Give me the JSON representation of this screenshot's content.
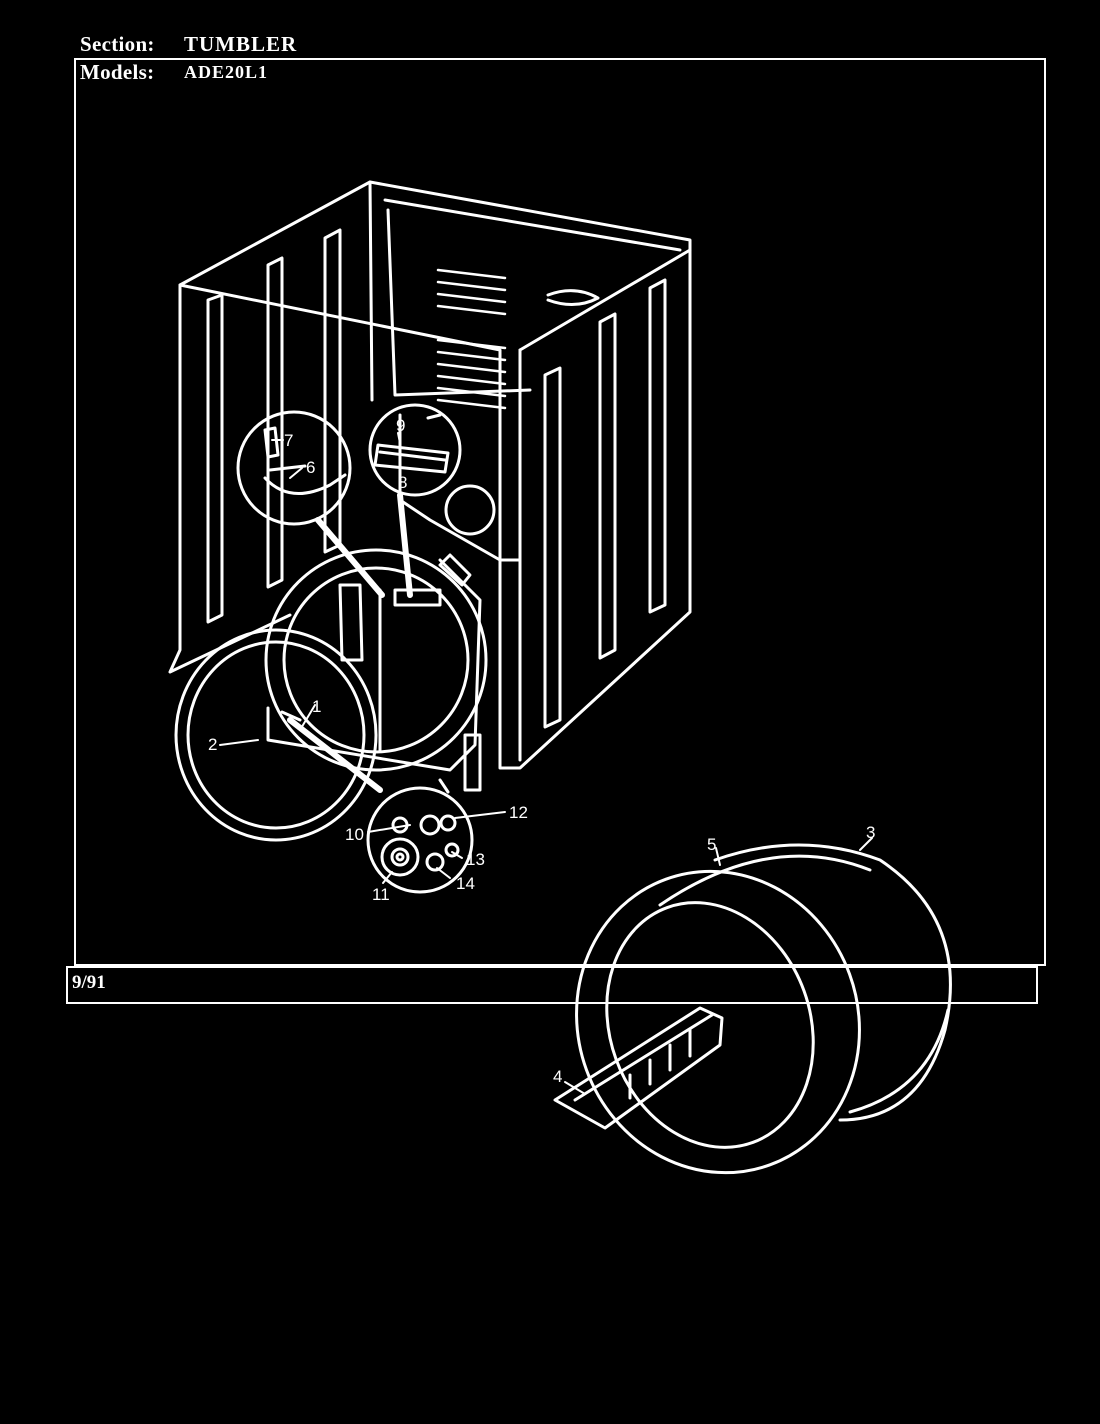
{
  "header": {
    "section_label": "Section:",
    "section_value": "TUMBLER",
    "models_label": "Models:",
    "models_value": "ADE20L1"
  },
  "footer": {
    "date": "9/91"
  },
  "callouts": {
    "c1": "1",
    "c2": "2",
    "c3": "3",
    "c4": "4",
    "c5": "5",
    "c6": "6",
    "c7": "7",
    "c8": "8",
    "c9": "9",
    "c10": "10",
    "c11": "11",
    "c12": "12",
    "c13": "13",
    "c14": "14"
  },
  "colors": {
    "background": "#000000",
    "line": "#ffffff"
  }
}
